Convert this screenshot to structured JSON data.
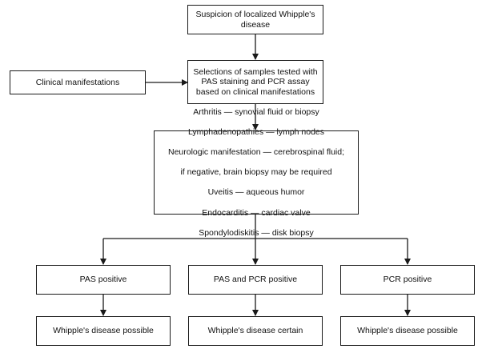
{
  "boxes": {
    "suspicion": "Suspicion of localized Whipple's\ndisease",
    "clinical": "Clinical manifestations",
    "selection": "Selections of samples tested with\nPAS staining and PCR assay\nbased on clinical manifestations",
    "samples": [
      "Arthritis — synovial fluid or biopsy",
      "Lymphadenopathies — lymph nodes",
      "Neurologic manifestation — cerebrospinal fluid;",
      "if negative, brain biopsy may be required",
      "Uveitis — aqueous humor",
      "Endocarditis — cardiac valve",
      "Spondylodiskitis — disk biopsy"
    ],
    "pas_positive": "PAS positive",
    "pas_pcr_positive": "PAS and PCR positive",
    "pcr_positive": "PCR positive",
    "possible_left": "Whipple's disease possible",
    "certain": "Whipple's disease certain",
    "possible_right": "Whipple's disease possible"
  }
}
